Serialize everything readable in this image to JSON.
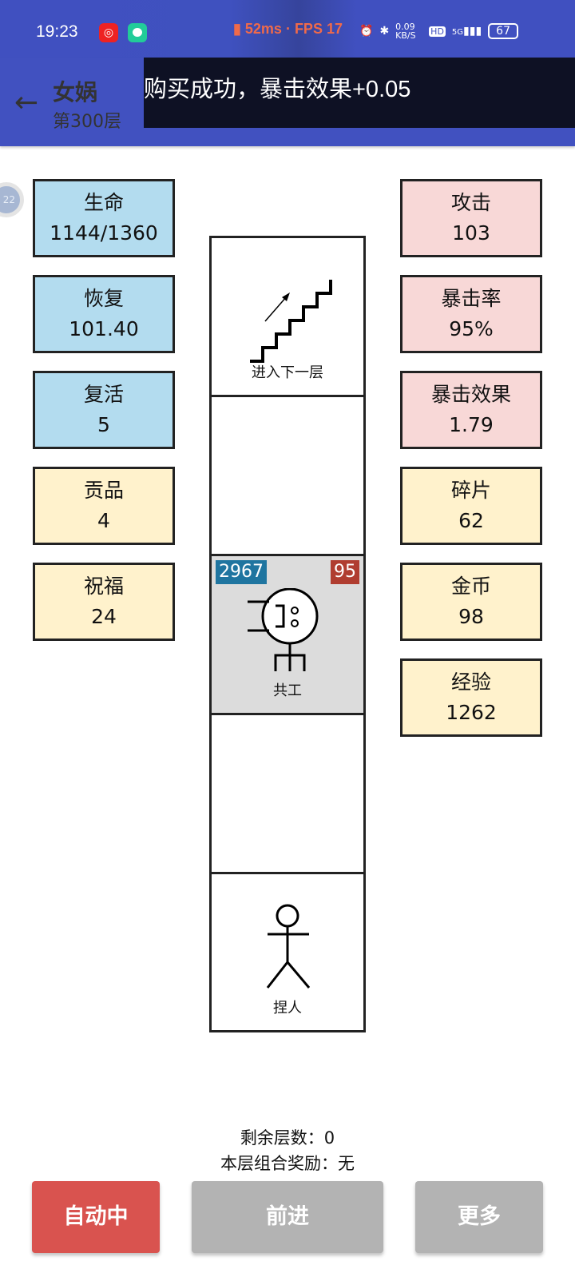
{
  "status_bar": {
    "time": "19:23",
    "ping": "52ms · FPS 17",
    "net_speed": "0.09 KB/S",
    "hd": "HD",
    "network": "5G",
    "battery": "67"
  },
  "header": {
    "title": "女娲",
    "subtitle": "第300层"
  },
  "toast": "购买成功，暴击效果+0.05",
  "floating_badge": "22",
  "left_stats": [
    {
      "label": "生命",
      "value": "1144/1360",
      "color": "blue"
    },
    {
      "label": "恢复",
      "value": "101.40",
      "color": "blue"
    },
    {
      "label": "复活",
      "value": "5",
      "color": "blue"
    },
    {
      "label": "贡品",
      "value": "4",
      "color": "yellow"
    },
    {
      "label": "祝福",
      "value": "24",
      "color": "yellow"
    }
  ],
  "right_stats": [
    {
      "label": "攻击",
      "value": "103",
      "color": "pink"
    },
    {
      "label": "暴击率",
      "value": "95%",
      "color": "pink"
    },
    {
      "label": "暴击效果",
      "value": "1.79",
      "color": "pink"
    },
    {
      "label": "碎片",
      "value": "62",
      "color": "yellow"
    },
    {
      "label": "金币",
      "value": "98",
      "color": "yellow"
    },
    {
      "label": "经验",
      "value": "1262",
      "color": "yellow"
    }
  ],
  "tower": {
    "stairs_label": "进入下一层",
    "enemy": {
      "name": "共工",
      "hp": "2967",
      "attack": "95"
    },
    "player_label": "捏人"
  },
  "info": {
    "remaining": "剩余层数：0",
    "combo": "本层组合奖励：无"
  },
  "buttons": {
    "auto": "自动中",
    "forward": "前进",
    "more": "更多"
  },
  "colors": {
    "blue": "#b3dcef",
    "pink": "#f8d8d7",
    "yellow": "#fff2cc",
    "auto": "#d9534f",
    "disabled": "#b3b3b3",
    "header": "#4151c0"
  }
}
